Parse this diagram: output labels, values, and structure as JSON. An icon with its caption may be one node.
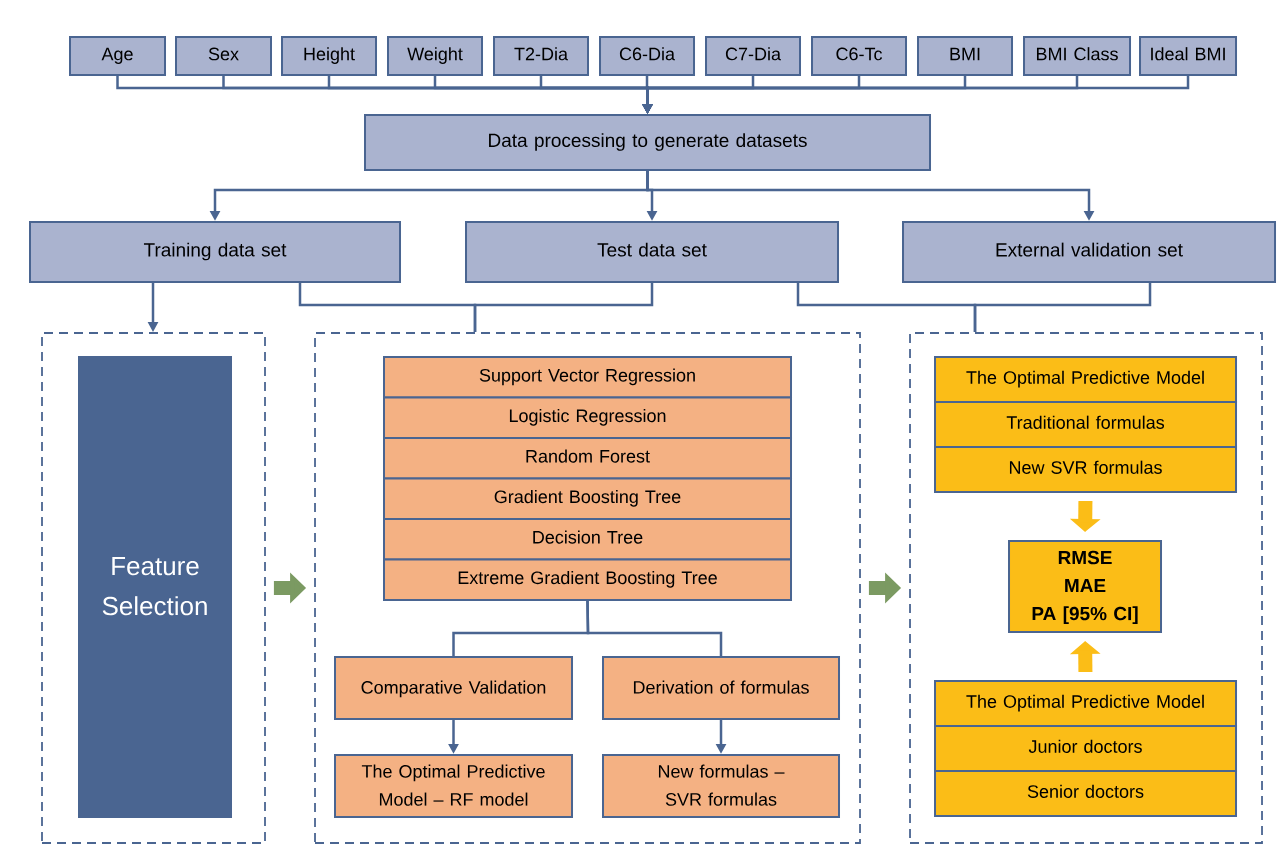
{
  "diagram": {
    "nodes": [
      {
        "text": [
          "Age"
        ]
      },
      {
        "text": [
          "Sex"
        ]
      },
      {
        "text": [
          "Height"
        ]
      },
      {
        "text": [
          "Weight"
        ]
      },
      {
        "text": [
          "T2-Dia"
        ]
      },
      {
        "text": [
          "C6-Dia"
        ]
      },
      {
        "text": [
          "C7-Dia"
        ]
      },
      {
        "text": [
          "C6-Tc"
        ]
      },
      {
        "text": [
          "BMI"
        ]
      },
      {
        "text": [
          "BMI Class"
        ]
      },
      {
        "text": [
          "Ideal BMI"
        ]
      },
      {
        "text": [
          "Data processing to generate datasets"
        ]
      },
      {
        "text": [
          "Training data set"
        ]
      },
      {
        "text": [
          "Test data set"
        ]
      },
      {
        "text": [
          "External validation set"
        ]
      },
      {
        "text": [],
        "shape": "box"
      },
      {
        "text": [
          "Feature Selection"
        ],
        "in": 15
      },
      {
        "text": [],
        "shape": "box"
      },
      {
        "text": [
          "Support Vector Regression"
        ],
        "in": 17
      },
      {
        "text": [
          "Logistic Regression"
        ],
        "in": 17
      },
      {
        "text": [
          "Random Forest"
        ],
        "in": 17
      },
      {
        "text": [
          "Gradient Boosting Tree"
        ],
        "in": 17
      },
      {
        "text": [
          "Decision Tree"
        ],
        "in": 17
      },
      {
        "text": [
          "Extreme Gradient Boosting Tree"
        ],
        "in": 17
      },
      {
        "text": [
          "Comparative Validation"
        ],
        "in": 17
      },
      {
        "text": [
          "Derivation of formulas"
        ],
        "in": 17
      },
      {
        "text": [
          "The Optimal Predictive Model – RF model"
        ],
        "in": 17
      },
      {
        "text": [
          "New formulas – SVR formulas"
        ],
        "in": 17
      },
      {
        "text": [],
        "shape": "box"
      },
      {
        "text": [
          "The Optimal Predictive Model"
        ],
        "in": 28
      },
      {
        "text": [
          "Traditional formulas"
        ],
        "in": 28
      },
      {
        "text": [
          "New SVR formulas"
        ],
        "in": 28
      },
      {
        "text": [
          "RMSE",
          "MAE",
          "PA [95% CI]"
        ],
        "in": 28
      },
      {
        "text": [
          "The Optimal Predictive Model"
        ],
        "in": 28
      },
      {
        "text": [
          "Junior doctors"
        ],
        "in": 28
      },
      {
        "text": [
          "Senior doctors"
        ],
        "in": 28
      }
    ],
    "edges": [
      {
        "from": 0,
        "to": 11,
        "arrow": "to"
      },
      {
        "from": 1,
        "to": 11,
        "arrow": "to"
      },
      {
        "from": 2,
        "to": 11,
        "arrow": "to"
      },
      {
        "from": 3,
        "to": 11,
        "arrow": "to"
      },
      {
        "from": 4,
        "to": 11,
        "arrow": "to"
      },
      {
        "from": 5,
        "to": 11,
        "arrow": "to"
      },
      {
        "from": 6,
        "to": 11,
        "arrow": "to"
      },
      {
        "from": 7,
        "to": 11,
        "arrow": "to"
      },
      {
        "from": 8,
        "to": 11,
        "arrow": "to"
      },
      {
        "from": 9,
        "to": 11,
        "arrow": "to"
      },
      {
        "from": 10,
        "to": 11,
        "arrow": "to"
      },
      {
        "from": 11,
        "to": 12,
        "arrow": "to"
      },
      {
        "from": 11,
        "to": 13,
        "arrow": "to"
      },
      {
        "from": 11,
        "to": 14,
        "arrow": "to"
      },
      {
        "from": 12,
        "to": 15,
        "arrow": "to"
      },
      {
        "from": 12,
        "to": 17,
        "arrow": "none"
      },
      {
        "from": 13,
        "to": 17,
        "arrow": "none"
      },
      {
        "from": 13,
        "to": 28,
        "arrow": "none"
      },
      {
        "from": 14,
        "to": 28,
        "arrow": "none"
      },
      {
        "from": 15,
        "to": 17,
        "arrow": "to",
        "style": "thick",
        "color": "#7b9a62"
      },
      {
        "from": 17,
        "to": 28,
        "arrow": "to",
        "style": "thick",
        "color": "#7b9a62"
      },
      {
        "from": 23,
        "to": 24,
        "arrow": "none"
      },
      {
        "from": 23,
        "to": 25,
        "arrow": "none"
      },
      {
        "from": 24,
        "to": 26,
        "arrow": "to"
      },
      {
        "from": 25,
        "to": 27,
        "arrow": "to"
      },
      {
        "from": 31,
        "to": 32,
        "arrow": "to",
        "style": "thick",
        "color": "#fbbd17"
      },
      {
        "from": 33,
        "to": 32,
        "arrow": "to",
        "style": "thick",
        "color": "#fbbd17"
      }
    ]
  }
}
